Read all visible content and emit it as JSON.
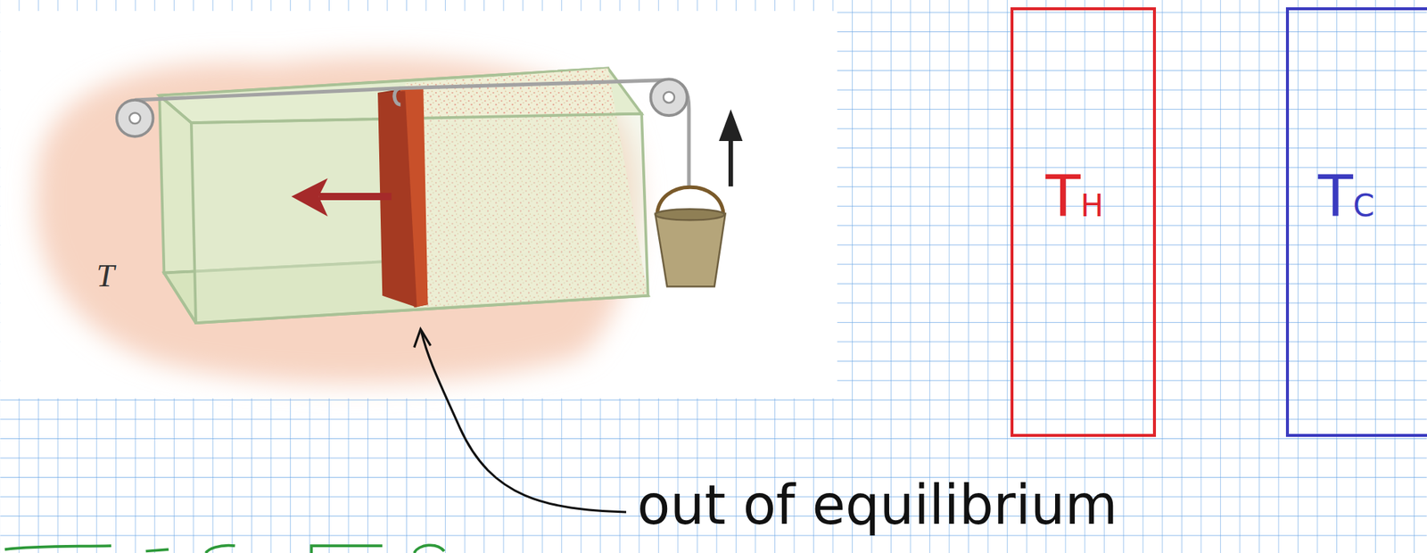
{
  "diagram": {
    "nodes": [
      {
        "text": [
          "TH"
        ]
      },
      {
        "text": [
          "TC"
        ]
      }
    ],
    "labels": [
      "T",
      "out of equilibrium"
    ]
  }
}
